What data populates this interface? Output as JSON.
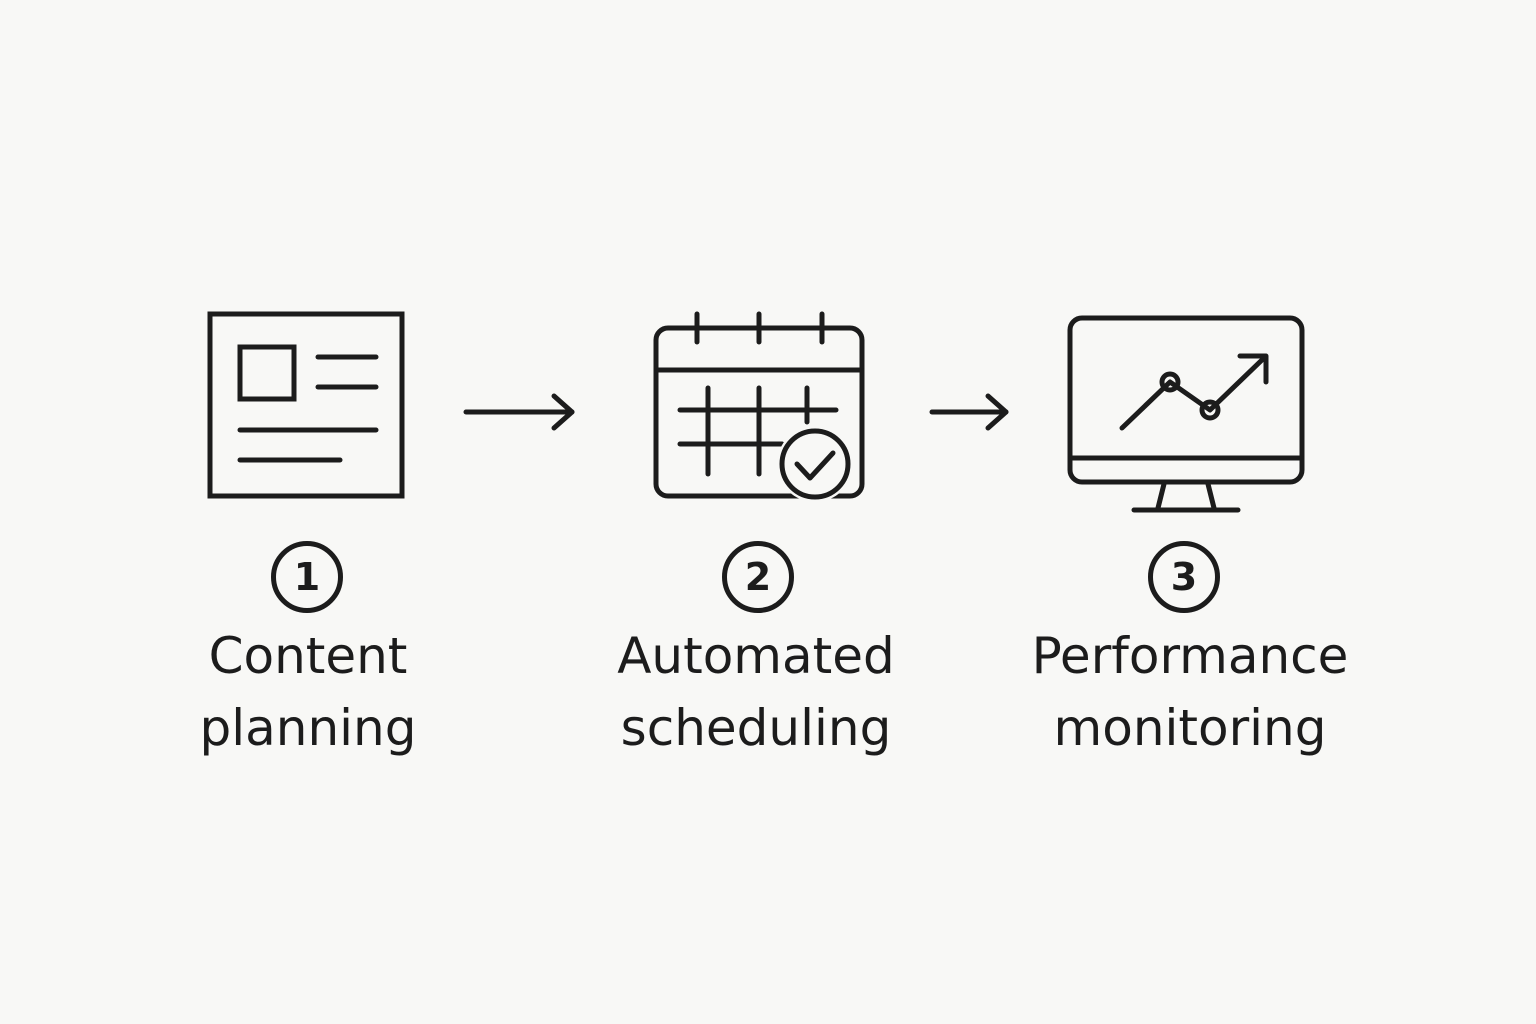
{
  "diagram": {
    "steps": [
      {
        "number": "1",
        "label_line1": "Content",
        "label_line2": "planning",
        "icon": "content-document-icon"
      },
      {
        "number": "2",
        "label_line1": "Automated",
        "label_line2": "scheduling",
        "icon": "calendar-check-icon"
      },
      {
        "number": "3",
        "label_line1": "Performance",
        "label_line2": "monitoring",
        "icon": "monitor-chart-icon"
      }
    ],
    "connectors": [
      {
        "icon": "right-arrow-icon"
      },
      {
        "icon": "right-arrow-icon"
      }
    ],
    "colors": {
      "background": "#f8f8f6",
      "stroke": "#1c1c1c"
    }
  }
}
